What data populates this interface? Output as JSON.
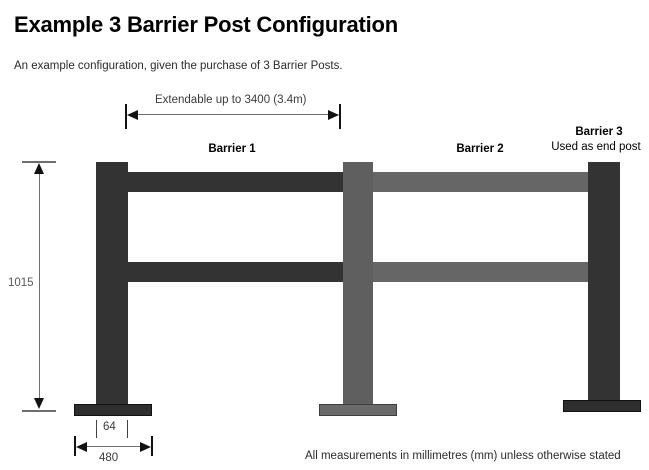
{
  "header": {
    "title": "Example 3 Barrier Post Configuration",
    "subtitle": "An example configuration, given the purchase of 3 Barrier Posts."
  },
  "diagram": {
    "top_dimension_label": "Extendable up to 3400 (3.4m)",
    "height_dimension_label": "1015",
    "post_width_dimension_label": "64",
    "base_width_dimension_label": "480",
    "barriers": [
      {
        "label": "Barrier 1",
        "sublabel": "",
        "color": "#333333"
      },
      {
        "label": "Barrier 2",
        "sublabel": "",
        "color": "#666666"
      },
      {
        "label": "Barrier 3",
        "sublabel": "Used as end post",
        "color": "#333333"
      }
    ]
  },
  "footer": {
    "note": "All measurements in millimetres (mm) unless otherwise stated"
  }
}
